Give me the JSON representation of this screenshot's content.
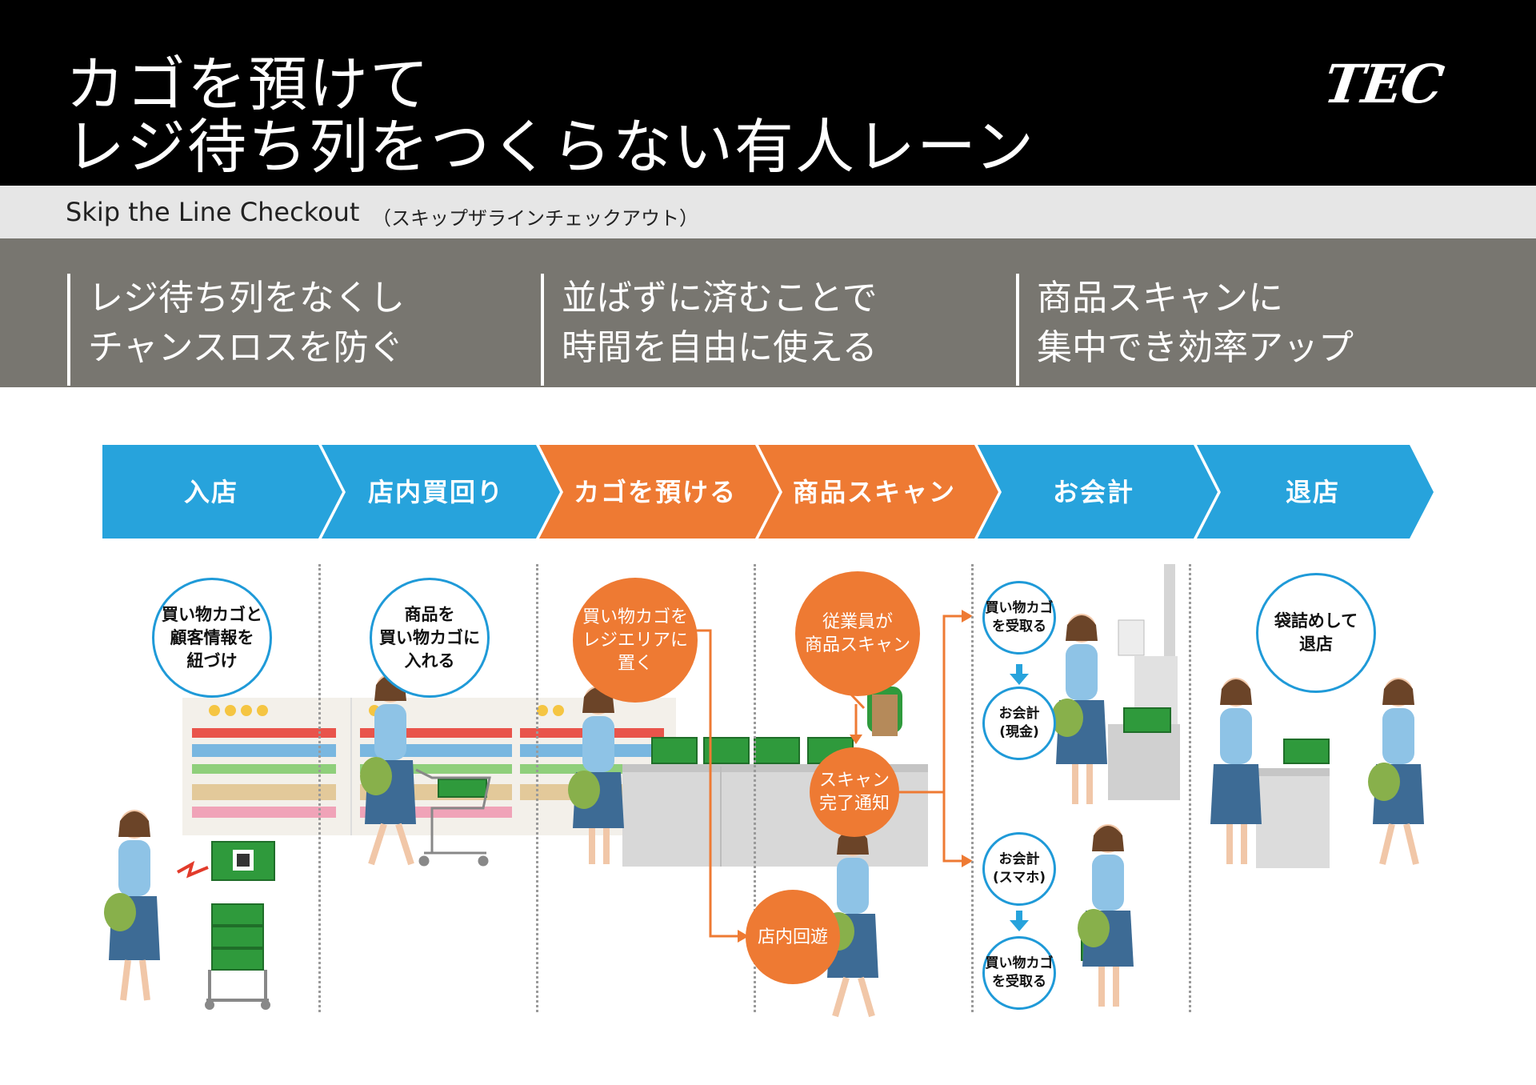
{
  "header": {
    "title_line1": "カゴを預けて",
    "title_line2": "レジ待ち列をつくらない有人レーン",
    "logo": "TEC"
  },
  "subtitle": {
    "english": "Skip the Line Checkout",
    "japanese": "（スキップザラインチェックアウト）"
  },
  "benefits": [
    {
      "line1": "レジ待ち列をなくし",
      "line2": "チャンスロスを防ぐ"
    },
    {
      "line1": "並ばずに済むことで",
      "line2": "時間を自由に使える"
    },
    {
      "line1": "商品スキャンに",
      "line2": "集中でき効率アップ"
    }
  ],
  "steps": [
    {
      "label": "入店",
      "color": "#27a3dc"
    },
    {
      "label": "店内買回り",
      "color": "#27a3dc"
    },
    {
      "label": "カゴを預ける",
      "color": "#ee7a33"
    },
    {
      "label": "商品スキャン",
      "color": "#ee7a33"
    },
    {
      "label": "お会計",
      "color": "#27a3dc"
    },
    {
      "label": "退店",
      "color": "#27a3dc"
    }
  ],
  "bubbles": {
    "link_basket": "買い物カゴと\n顧客情報を\n紐づけ",
    "add_items": "商品を\n買い物カゴに\n入れる",
    "place_basket": "買い物カゴを\nレジエリアに\n置く",
    "staff_scan": "従業員が\n商品スキャン",
    "scan_done": "スキャン\n完了通知",
    "browse_store": "店内回遊",
    "receive_basket_1": "買い物カゴ\nを受取る",
    "pay_cash": "お会計\n(現金)",
    "pay_phone": "お会計\n(スマホ)",
    "receive_basket_2": "買い物カゴ\nを受取る",
    "bag_exit": "袋詰めして\n退店"
  },
  "colors": {
    "blue": "#27a3dc",
    "orange": "#ee7a33",
    "gray_band": "#787670",
    "basket_green": "#2f9a3c"
  }
}
